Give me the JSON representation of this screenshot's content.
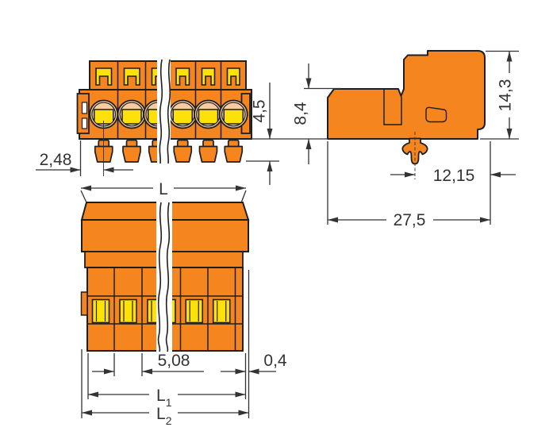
{
  "colors": {
    "body": "#F5861F",
    "yellow": "#FFE10A",
    "peach": "#F6CDA2",
    "outline": "#1f1f1f",
    "dim": "#333333",
    "bg": "#ffffff"
  },
  "dimensions": {
    "front_view": {
      "left_edge_to_pin": "2,48",
      "pin_length": "4,5",
      "overall_length": "L"
    },
    "side_view": {
      "body_height": "8,4",
      "total_height": "14,3",
      "foot_to_front_edge": "12,15",
      "total_depth": "27,5"
    },
    "bottom_view": {
      "pole_pitch": "5,08",
      "edge_offset": "0,4",
      "l1_base": "L",
      "l1_sub": "1",
      "l2_base": "L",
      "l2_sub": "2"
    }
  }
}
